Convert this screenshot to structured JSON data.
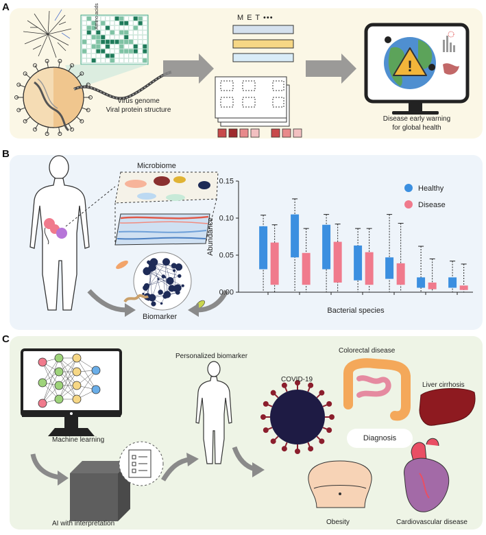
{
  "panels": {
    "a": {
      "label": "A",
      "virus_caption": [
        "Virus genome",
        "Viral protein structure"
      ],
      "amino_acids": "Amino acids",
      "model_tokens": "M E T •••",
      "warning_caption": [
        "Disease early warning",
        "for global health"
      ]
    },
    "b": {
      "label": "B",
      "microbiome": "Microbiome",
      "biomarker": "Biomarker"
    },
    "c": {
      "label": "C",
      "machine_learning": "Machine learning",
      "ai_interpretation": "AI with interpretation",
      "personalized": "Personalized biomarker",
      "diagnosis": "Diagnosis",
      "diseases": {
        "covid": "COVID-19",
        "colorectal": "Colorectal disease",
        "liver": "Liver cirrhosis",
        "obesity": "Obesity",
        "cardio": "Cardiovascular disease"
      }
    }
  },
  "colors": {
    "healthy": "#3b8fe0",
    "disease": "#f07a8c",
    "arrow": "#8a8a8a"
  },
  "chart_data": {
    "type": "box",
    "xlabel": "Bacterial species",
    "ylabel": "Abundance",
    "ylim": [
      0,
      0.15
    ],
    "yticks": [
      "0.00",
      "0.05",
      "0.10",
      "0.15"
    ],
    "legend": [
      "Healthy",
      "Disease"
    ],
    "legend_position": "top-right",
    "series": [
      {
        "name": "Healthy",
        "boxes": [
          {
            "min": 0.0,
            "q1": 0.031,
            "q3": 0.089,
            "max": 0.104
          },
          {
            "min": 0.0,
            "q1": 0.047,
            "q3": 0.105,
            "max": 0.126
          },
          {
            "min": 0.0,
            "q1": 0.031,
            "q3": 0.091,
            "max": 0.105
          },
          {
            "min": 0.0,
            "q1": 0.016,
            "q3": 0.063,
            "max": 0.086
          },
          {
            "min": 0.0,
            "q1": 0.018,
            "q3": 0.047,
            "max": 0.105
          },
          {
            "min": 0.0,
            "q1": 0.006,
            "q3": 0.02,
            "max": 0.062
          },
          {
            "min": 0.0,
            "q1": 0.006,
            "q3": 0.02,
            "max": 0.042
          }
        ]
      },
      {
        "name": "Disease",
        "boxes": [
          {
            "min": 0.0,
            "q1": 0.01,
            "q3": 0.067,
            "max": 0.091
          },
          {
            "min": 0.0,
            "q1": 0.01,
            "q3": 0.053,
            "max": 0.086
          },
          {
            "min": 0.0,
            "q1": 0.013,
            "q3": 0.068,
            "max": 0.092
          },
          {
            "min": 0.0,
            "q1": 0.01,
            "q3": 0.054,
            "max": 0.086
          },
          {
            "min": 0.0,
            "q1": 0.01,
            "q3": 0.039,
            "max": 0.093
          },
          {
            "min": 0.0,
            "q1": 0.004,
            "q3": 0.013,
            "max": 0.045
          },
          {
            "min": 0.0,
            "q1": 0.003,
            "q3": 0.009,
            "max": 0.038
          }
        ]
      }
    ]
  }
}
